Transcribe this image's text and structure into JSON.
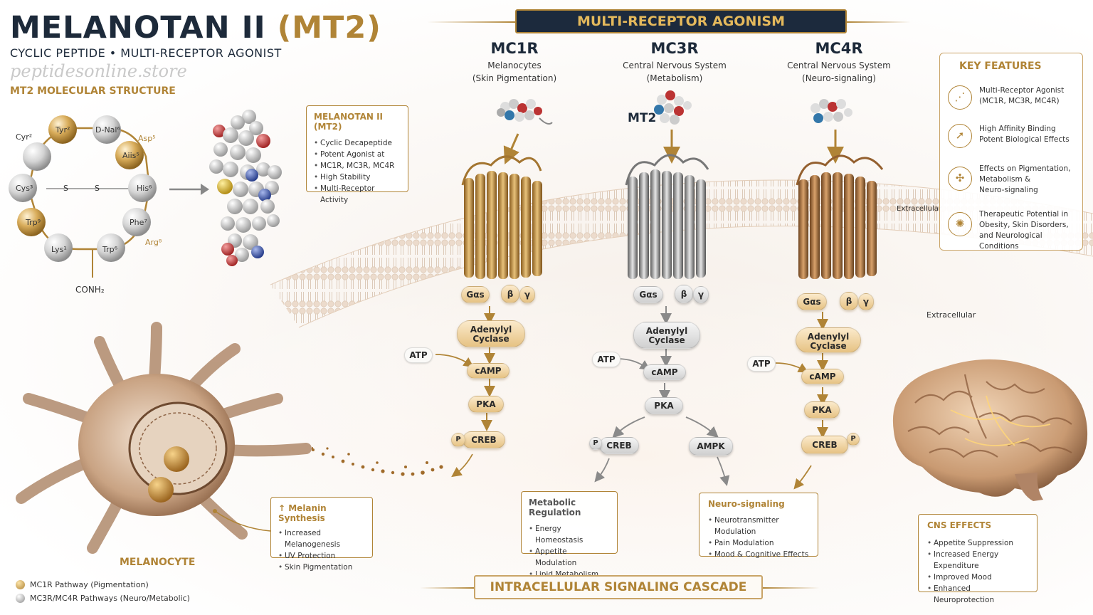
{
  "header": {
    "title_main": "MELANOTAN II",
    "title_accent": "(MT2)",
    "subtitle": "CYCLIC PEPTIDE • MULTI-RECEPTOR AGONIST",
    "watermark": "peptidesonline.store",
    "structure_title": "MT2 MOLECULAR STRUCTURE"
  },
  "structure": {
    "residues": [
      "Cyr²",
      "Tyr²",
      "D-Nal⁶",
      "Asp⁵",
      "Aiis⁵",
      "His⁶",
      "Phe⁷",
      "Arg⁸",
      "Trp⁶",
      "Lys¹",
      "Trp⁹",
      "Cys³"
    ],
    "bridge": [
      "S",
      "S"
    ],
    "c_term": "CONH₂"
  },
  "info_box": {
    "title": "MELANOTAN II (MT2)",
    "items": [
      "Cyclic Decapeptide",
      "Potent Agonist at",
      "MC1R, MC3R, MC4R",
      "High Stability",
      "Multi-Receptor Activity"
    ]
  },
  "banner": "MULTI-RECEPTOR AGONISM",
  "mt2_label": "MT2",
  "receptors": [
    {
      "name": "MC1R",
      "desc1": "Melanocytes",
      "desc2": "(Skin Pigmentation)"
    },
    {
      "name": "MC3R",
      "desc1": "Central Nervous System",
      "desc2": "(Metabolism)"
    },
    {
      "name": "MC4R",
      "desc1": "Central Nervous System",
      "desc2": "(Neuro-signaling)"
    }
  ],
  "g_protein": {
    "alpha": "Gαs",
    "beta": "β",
    "gamma": "γ"
  },
  "cascade": {
    "adenylyl": "Adenylyl Cyclase",
    "atp": "ATP",
    "camp": "cAMP",
    "pka": "PKA",
    "creb": "CREB",
    "p": "P",
    "ampk": "AMPK"
  },
  "membrane_labels": [
    "Extracellular",
    "Extracellular"
  ],
  "key_features": {
    "title": "KEY FEATURES",
    "items": [
      {
        "icon": "network-icon",
        "line1": "Multi-Receptor Agonist",
        "line2": "(MC1R, MC3R, MC4R)",
        "line3": ""
      },
      {
        "icon": "target-icon",
        "line1": "High Affinity Binding",
        "line2": "Potent Biological Effects",
        "line3": ""
      },
      {
        "icon": "compass-icon",
        "line1": "Effects on Pigmentation,",
        "line2": "Metabolism &",
        "line3": "Neuro-signaling"
      },
      {
        "icon": "gear-icon",
        "line1": "Therapeutic Potential in",
        "line2": "Obesity, Skin Disorders,",
        "line3": "and Neurological Conditions"
      }
    ]
  },
  "melanin_box": {
    "title": "↑ Melanin Synthesis",
    "items": [
      "Increased Melanogenesis",
      "UV Protection",
      "Skin Pigmentation"
    ]
  },
  "metabolic_box": {
    "title": "Metabolic Regulation",
    "items": [
      "Energy Homeostasis",
      "Appetite Modulation",
      "Lipid Metabolism"
    ]
  },
  "neuro_box": {
    "title": "Neuro-signaling",
    "items": [
      "Neurotransmitter Modulation",
      "Pain Modulation",
      "Mood & Cognitive Effects"
    ]
  },
  "cns_box": {
    "title": "CNS EFFECTS",
    "items": [
      "Appetite Suppression",
      "Increased Energy Expenditure",
      "Improved Mood",
      "Enhanced Neuroprotection"
    ]
  },
  "melanocyte_label": "MELANOCYTE",
  "legend": [
    {
      "color": "#c9993f",
      "label": "MC1R Pathway (Pigmentation)"
    },
    {
      "color": "#a9a9a9",
      "label": "MC3R/MC4R Pathways (Neuro/Metabolic)"
    }
  ],
  "cascade_banner": "INTRACELLULAR SIGNALING CASCADE",
  "colors": {
    "gold": "#b08436",
    "navy": "#1c2a3d",
    "silver": "#a9a9a9",
    "bronze": "#9c6a3c"
  }
}
